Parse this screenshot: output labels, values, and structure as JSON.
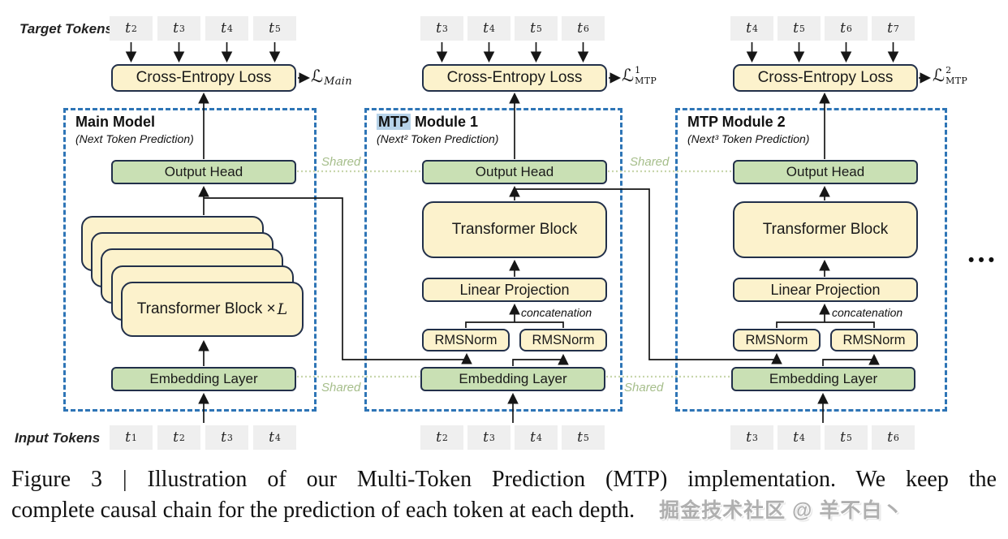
{
  "diagram": {
    "target_tokens_label": "Target Tokens",
    "input_tokens_label": "Input Tokens",
    "shared_label": "Shared",
    "concatenation_label": "concatenation",
    "ellipsis": "•••",
    "loss_symbol": "ℒ",
    "colors": {
      "box_yellow": "#FCF2CC",
      "box_green": "#C9E0B4",
      "box_border": "#22304A",
      "module_dash_blue": "#2E75B6",
      "token_gray": "#EFEFEF",
      "shared_green": "#A6BE8B",
      "mtp_highlight": "#B7D3E9"
    },
    "columns": [
      {
        "title": {
          "highlight": "",
          "rest": "Main Model"
        },
        "subtitle": "(Next Token Prediction)",
        "loss": {
          "sup": "",
          "sub": "Main"
        },
        "boxes": {
          "cross_entropy": "Cross-Entropy Loss",
          "output_head": "Output Head",
          "transformer_prefix": "Transformer Block × ",
          "transformer_var": "L",
          "embedding": "Embedding Layer"
        },
        "target_tokens": [
          {
            "b": "t",
            "s": "2"
          },
          {
            "b": "t",
            "s": "3"
          },
          {
            "b": "t",
            "s": "4"
          },
          {
            "b": "t",
            "s": "5"
          }
        ],
        "input_tokens": [
          {
            "b": "t",
            "s": "1"
          },
          {
            "b": "t",
            "s": "2"
          },
          {
            "b": "t",
            "s": "3"
          },
          {
            "b": "t",
            "s": "4"
          }
        ]
      },
      {
        "title": {
          "highlight": "MTP",
          "rest": " Module 1"
        },
        "subtitle": "(Next² Token Prediction)",
        "loss": {
          "sup": "1",
          "sub": "MTP"
        },
        "boxes": {
          "cross_entropy": "Cross-Entropy Loss",
          "output_head": "Output Head",
          "transformer": "Transformer Block",
          "linear_projection": "Linear Projection",
          "rmsnorm_left": "RMSNorm",
          "rmsnorm_right": "RMSNorm",
          "embedding": "Embedding Layer"
        },
        "target_tokens": [
          {
            "b": "t",
            "s": "3"
          },
          {
            "b": "t",
            "s": "4"
          },
          {
            "b": "t",
            "s": "5"
          },
          {
            "b": "t",
            "s": "6"
          }
        ],
        "input_tokens": [
          {
            "b": "t",
            "s": "2"
          },
          {
            "b": "t",
            "s": "3"
          },
          {
            "b": "t",
            "s": "4"
          },
          {
            "b": "t",
            "s": "5"
          }
        ]
      },
      {
        "title": {
          "highlight": "",
          "rest": "MTP Module 2"
        },
        "subtitle": "(Next³ Token Prediction)",
        "loss": {
          "sup": "2",
          "sub": "MTP"
        },
        "boxes": {
          "cross_entropy": "Cross-Entropy Loss",
          "output_head": "Output Head",
          "transformer": "Transformer Block",
          "linear_projection": "Linear Projection",
          "rmsnorm_left": "RMSNorm",
          "rmsnorm_right": "RMSNorm",
          "embedding": "Embedding Layer"
        },
        "target_tokens": [
          {
            "b": "t",
            "s": "4"
          },
          {
            "b": "t",
            "s": "5"
          },
          {
            "b": "t",
            "s": "6"
          },
          {
            "b": "t",
            "s": "7"
          }
        ],
        "input_tokens": [
          {
            "b": "t",
            "s": "3"
          },
          {
            "b": "t",
            "s": "4"
          },
          {
            "b": "t",
            "s": "5"
          },
          {
            "b": "t",
            "s": "6"
          }
        ]
      }
    ]
  },
  "caption": {
    "line1": "Figure 3 | Illustration of our Multi-Token Prediction (MTP) implementation.  We keep the",
    "line2": "complete causal chain for the prediction of each token at each depth."
  },
  "watermark": "掘金技术社区 @ 羊不白丶"
}
